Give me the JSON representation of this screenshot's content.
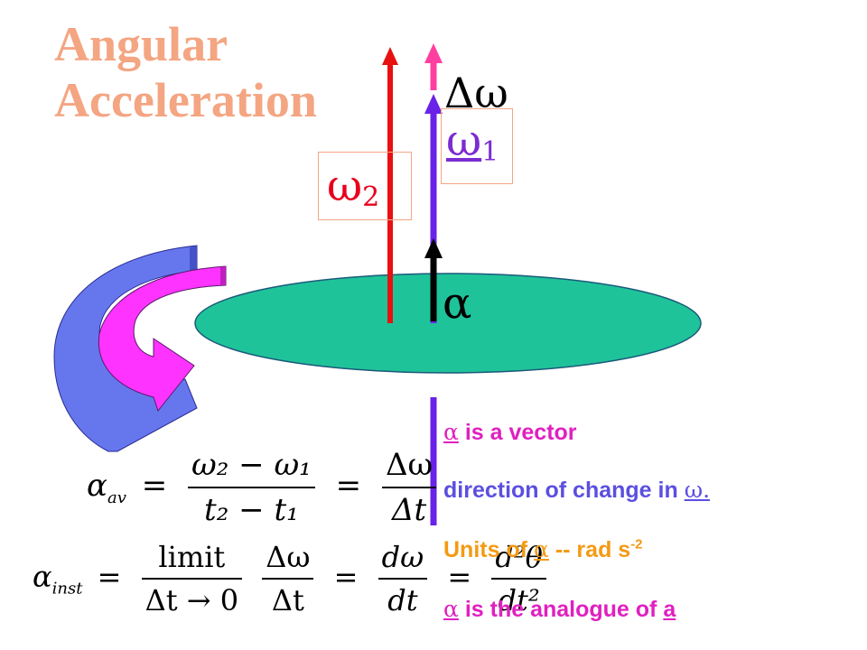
{
  "title": {
    "line1": "Angular",
    "line2": "Acceleration"
  },
  "labels": {
    "delta_omega": "Δω",
    "omega1_symbol": "ω",
    "omega1_sub": "1",
    "omega2_symbol": "ω",
    "omega2_sub": "2",
    "alpha": "α"
  },
  "notes": {
    "note1_sym": "α",
    "note1_text": " is a vector",
    "note2_text": "direction  of change in ",
    "note2_sym": "ω.",
    "note3_pre": "Units of ",
    "note3_sym": "α",
    "note3_post": " -- rad s",
    "note3_sup": "-2",
    "note4_sym": "α",
    "note4_text": " is the analogue of ",
    "note4_link": "a"
  },
  "equations": {
    "eq1": {
      "lhs": "α",
      "lhs_sub": "av",
      "num1": "ω₂ − ω₁",
      "den1": "t₂ − t₁",
      "num2": "Δω",
      "den2": "Δt"
    },
    "eq2": {
      "lhs": "α",
      "lhs_sub": "inst",
      "lim_num": "limit",
      "lim_den": "Δt → 0",
      "num1": "Δω",
      "den1": "Δt",
      "num2": "dω",
      "den2": "dt",
      "num3": "d²θ",
      "den3": "dt²"
    }
  },
  "colors": {
    "title": "#f4a582",
    "disk": "#1fc39a",
    "omega1_arrow": "#6a22e8",
    "omega2_arrow": "#e81010",
    "delta_arrow": "#ff3fa0",
    "alpha_arrow": "#000000",
    "rotation_outer": "#6677ee",
    "rotation_inner": "#ff33ff"
  }
}
